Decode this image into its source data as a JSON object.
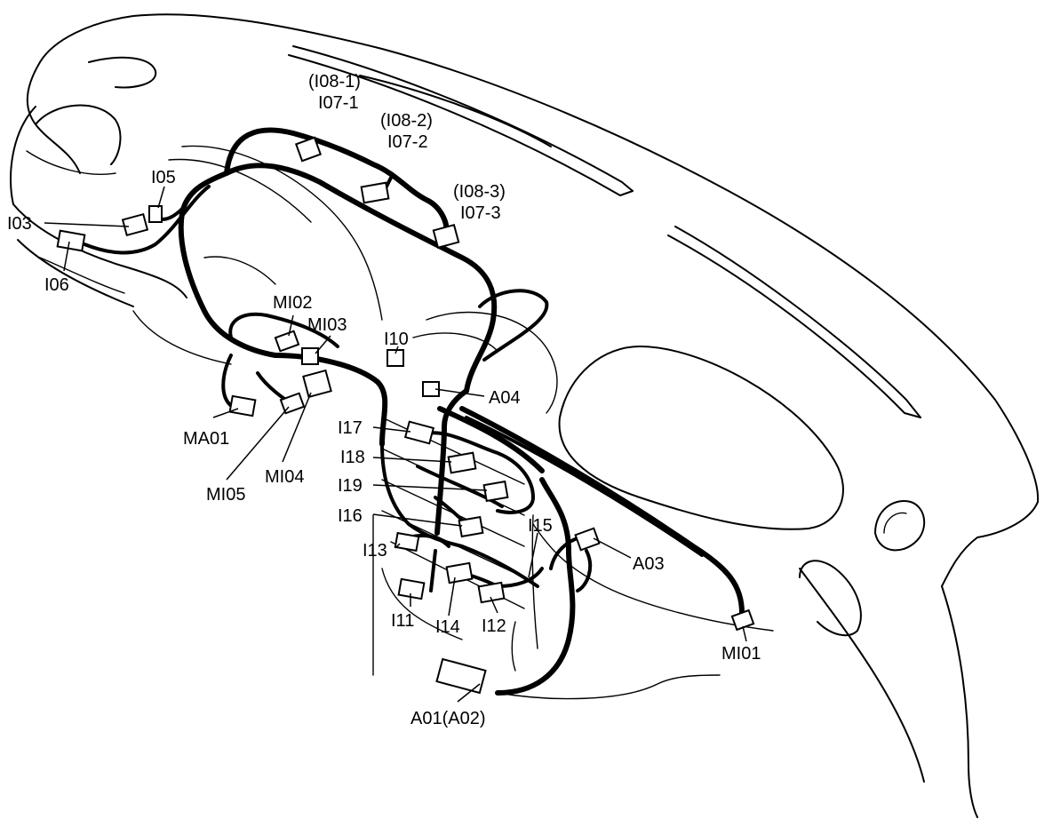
{
  "labels": {
    "i08_1": "(I08-1)",
    "i07_1": "I07-1",
    "i08_2": "(I08-2)",
    "i07_2": "I07-2",
    "i08_3": "(I08-3)",
    "i07_3": "I07-3",
    "i05": "I05",
    "i03": "I03",
    "i06": "I06",
    "mi02": "MI02",
    "mi03": "MI03",
    "i10": "I10",
    "a04": "A04",
    "i17": "I17",
    "i18": "I18",
    "i19": "I19",
    "i16": "I16",
    "i15": "I15",
    "i13": "I13",
    "a03": "A03",
    "ma01": "MA01",
    "mi05": "MI05",
    "mi04": "MI04",
    "i11": "I11",
    "i14": "I14",
    "i12": "I12",
    "mi01": "MI01",
    "a01": "A01(A02)"
  }
}
